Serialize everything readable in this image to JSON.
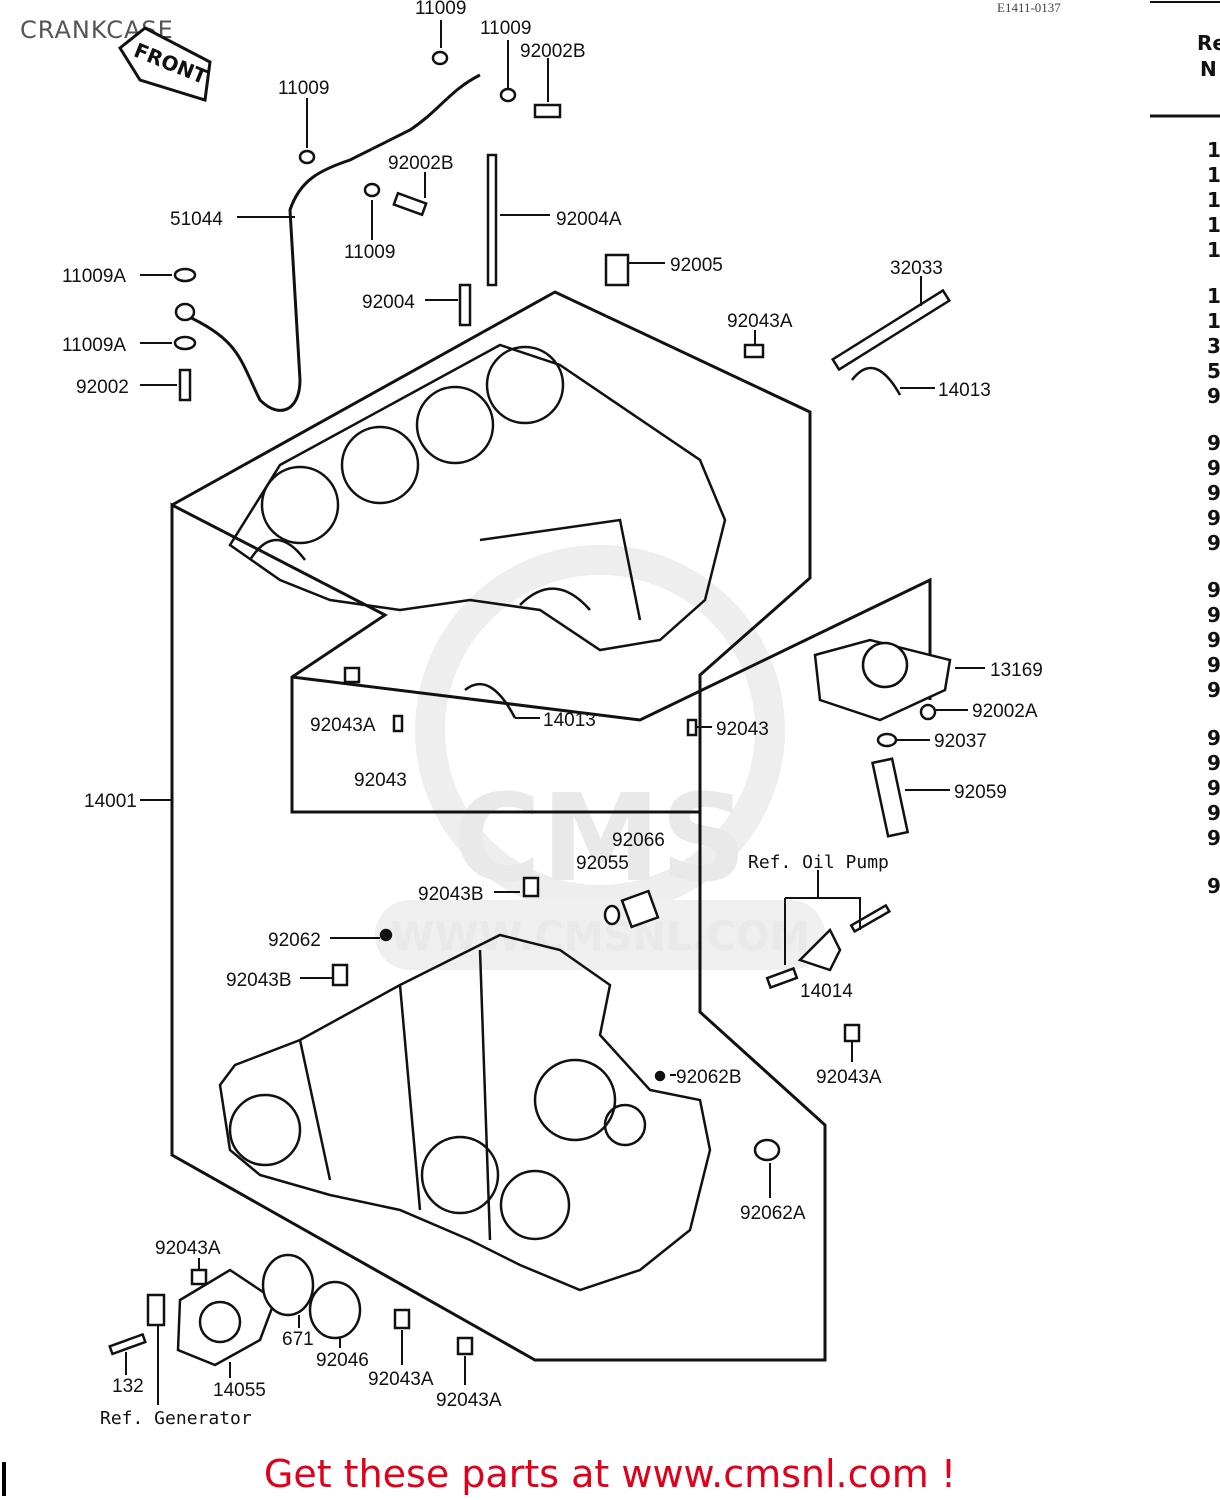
{
  "header": {
    "title": "CRANKCASE",
    "diagram_code": "E1411-0137"
  },
  "badge": {
    "front": "FRONT"
  },
  "watermark": {
    "logo": "CMS",
    "url": "WWW.CMSNL.COM"
  },
  "sidebar": {
    "header_lines": [
      "Re",
      "N"
    ],
    "row_marks": [
      "1",
      "1",
      "1",
      "1",
      "1",
      "1",
      "1",
      "3",
      "5",
      "9",
      "9",
      "9",
      "9",
      "9",
      "9",
      "9",
      "9",
      "9",
      "9",
      "9",
      "9",
      "9",
      "9",
      "9",
      "9",
      "9"
    ]
  },
  "labels": {
    "l_11009_top": "11009",
    "l_11009_b": "11009",
    "l_92002b_a": "92002B",
    "l_11009_c": "11009",
    "l_92002b_b": "92002B",
    "l_51044": "51044",
    "l_92004a": "92004A",
    "l_11009_d": "11009",
    "l_92005": "92005",
    "l_11009a_a": "11009A",
    "l_32033": "32033",
    "l_92004": "92004",
    "l_92043a_a": "92043A",
    "l_11009a_b": "11009A",
    "l_92002": "92002",
    "l_14013_a": "14013",
    "l_13169": "13169",
    "l_92002a": "92002A",
    "l_92043a_b": "92043A",
    "l_14013_b": "14013",
    "l_92043_a": "92043",
    "l_92037": "92037",
    "l_92043_b": "92043",
    "l_14001": "14001",
    "l_92059": "92059",
    "l_92066": "92066",
    "l_92055": "92055",
    "l_ref_oil": "Ref. Oil Pump",
    "l_92043b_a": "92043B",
    "l_92062": "92062",
    "l_14014": "14014",
    "l_92043b_b": "92043B",
    "l_92062b": "92062B",
    "l_92043a_c": "92043A",
    "l_92062a": "92062A",
    "l_92043a_d": "92043A",
    "l_671": "671",
    "l_92046": "92046",
    "l_132": "132",
    "l_14055": "14055",
    "l_92043a_e": "92043A",
    "l_92043a_f": "92043A",
    "l_ref_gen": "Ref. Generator"
  },
  "footer": {
    "cta": "Get these parts at www.cmsnl.com !"
  },
  "colors": {
    "cta": "#e0001b",
    "ink": "#111111",
    "watermark": "#e9e9e9"
  }
}
